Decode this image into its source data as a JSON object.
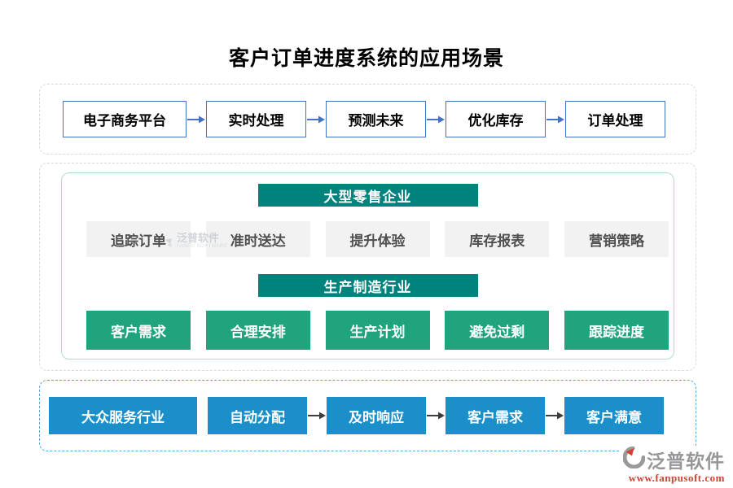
{
  "title": "客户订单进度系统的应用场景",
  "flow_top": {
    "items": [
      "电子商务平台",
      "实时处理",
      "预测未来",
      "优化库存",
      "订单处理"
    ]
  },
  "middle": {
    "retail": {
      "header": "大型零售企业",
      "items": [
        "追踪订单",
        "准时送达",
        "提升体验",
        "库存报表",
        "营销策略"
      ]
    },
    "manufacturing": {
      "header": "生产制造行业",
      "items": [
        "客户需求",
        "合理安排",
        "生产计划",
        "避免过剩",
        "跟踪进度"
      ]
    }
  },
  "flow_bottom": {
    "items": [
      "大众服务行业",
      "自动分配",
      "及时响应",
      "客户需求",
      "客户满意"
    ]
  },
  "watermark": {
    "name": "泛普软件",
    "subtitle": "FANPU SOFTWARE"
  },
  "logo": {
    "name": "泛普软件",
    "url": "www.fanpusoft.com"
  },
  "colors": {
    "teal_header": "#00837D",
    "green_box": "#20A47D",
    "blue_box": "#1B8FC9",
    "flow_box_border": "#4472C4",
    "gray_box_bg": "#F2F2F2",
    "dashed_gray_border": "#D9D9D9",
    "dashed_blue_border": "#55A8D9",
    "inner_panel_border": "#B0DDD3",
    "arrow_dark": "#3D3D3D",
    "logo_red": "#CE4332",
    "logo_gray": "#97979A"
  }
}
